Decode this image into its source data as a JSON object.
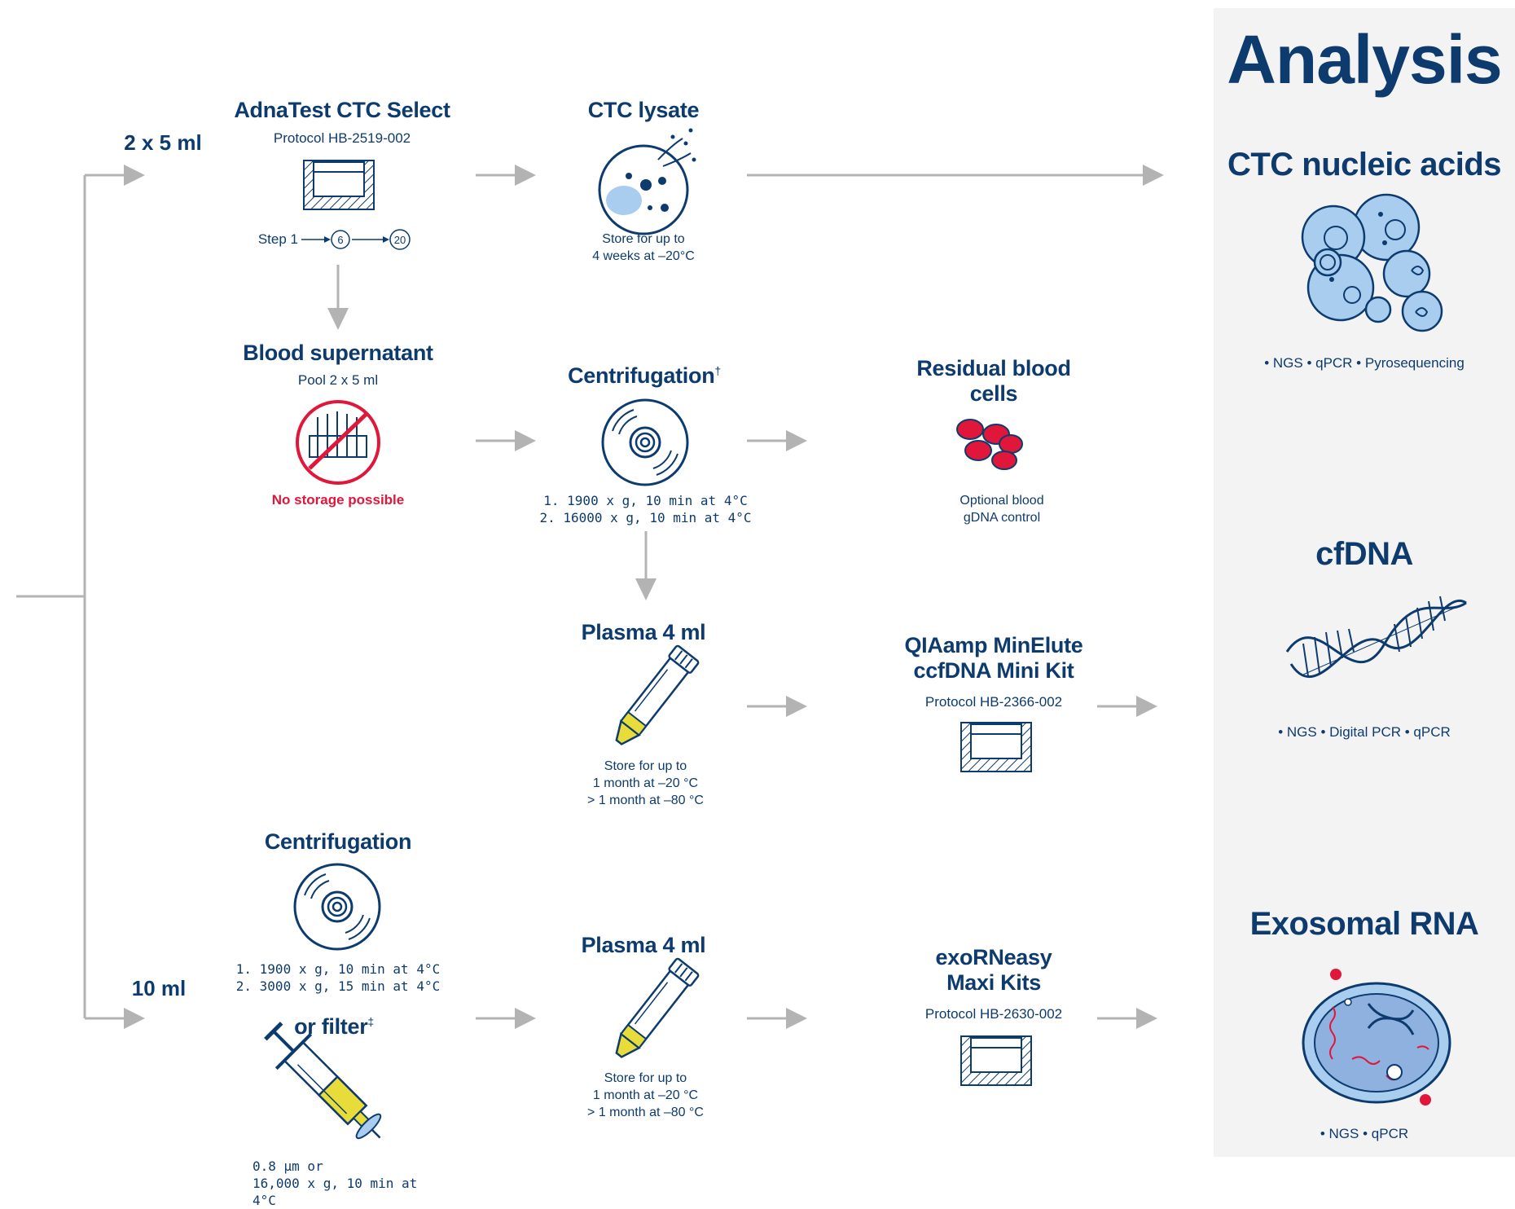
{
  "analysis": {
    "heading": "Analysis",
    "ctc": {
      "title": "CTC nucleic acids",
      "methods": "• NGS  • qPCR  • Pyrosequencing"
    },
    "cfdna": {
      "title": "cfDNA",
      "methods": "• NGS  • Digital PCR  • qPCR"
    },
    "exo": {
      "title": "Exosomal RNA",
      "methods": "• NGS  • qPCR"
    }
  },
  "volumes": {
    "top": "2 x 5 ml",
    "bottom": "10 ml"
  },
  "adnatest": {
    "title": "AdnaTest CTC Select",
    "protocol": "Protocol HB-2519-002",
    "step_label": "Step 1",
    "step_a": "6",
    "step_b": "20"
  },
  "ctc_lysate": {
    "title": "CTC lysate",
    "storage": "Store for up to\n4 weeks at –20°C"
  },
  "blood_supernatant": {
    "title": "Blood supernatant",
    "sub": "Pool 2 x 5 ml",
    "warning": "No storage possible"
  },
  "centrifugation_top": {
    "title": "Centrifugation",
    "mark": "†",
    "line1": "1. 1900 x g, 10 min at 4°C",
    "line2": "2. 16000 x g, 10 min at 4°C"
  },
  "residual": {
    "title": "Residual blood\ncells",
    "note": "Optional blood\ngDNA control"
  },
  "plasma_top": {
    "title": "Plasma 4 ml",
    "storage": "Store for up to\n1 month at –20 °C\n> 1 month at –80 °C"
  },
  "minelute": {
    "title": "QIAamp MinElute\nccfDNA Mini Kit",
    "protocol": "Protocol HB-2366-002"
  },
  "centrifugation_bottom": {
    "title": "Centrifugation",
    "line1": "1. 1900 x g, 10 min at 4°C",
    "line2": "2. 3000 x g, 15 min at 4°C"
  },
  "filter": {
    "title": "or filter",
    "mark": "‡",
    "note": "0.8 µm or\n16,000 x g, 10 min at 4°C"
  },
  "plasma_bottom": {
    "title": "Plasma 4 ml",
    "storage": "Store for up to\n1 month at –20 °C\n> 1 month at –80 °C"
  },
  "exorneasy": {
    "title": "exoRNeasy\nMaxi Kits",
    "protocol": "Protocol HB-2630-002"
  },
  "colors": {
    "navy": "#0d3b6e",
    "red": "#e0173a",
    "arrow": "#b3b3b3",
    "panel": "#f3f3f3",
    "yellow": "#e8dc3a",
    "cellblue": "#a8cdef"
  }
}
